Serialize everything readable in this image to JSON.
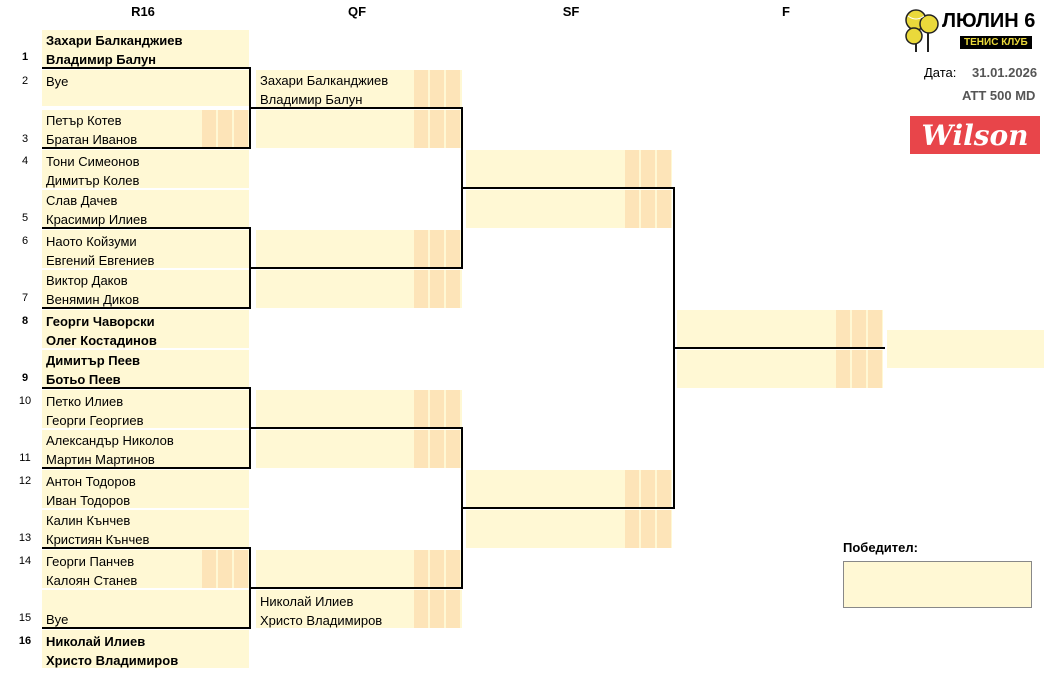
{
  "headers": {
    "r16": "R16",
    "qf": "QF",
    "sf": "SF",
    "f": "F"
  },
  "seeds": [
    "1",
    "2",
    "3",
    "4",
    "5",
    "6",
    "7",
    "8",
    "9",
    "10",
    "11",
    "12",
    "13",
    "14",
    "15",
    "16"
  ],
  "r16": [
    "Захари Балканджиев",
    "Владимир Балун",
    "Bye",
    "Петър Котев",
    "Братан Иванов",
    "Тони Симеонов",
    "Димитър Колев",
    "Слав Дачев",
    "Красимир Илиев",
    "Наото Койзуми",
    "Евгений Евгениев",
    "Виктор Даков",
    "Венямин Диков",
    "Георги Чаворски",
    "Олег Костадинов",
    "Димитър Пеев",
    "Ботьо Пеев",
    "Петко Илиев",
    "Георги Георгиев",
    "Александър Николов",
    "Мартин Мартинов",
    "Антон Тодоров",
    "Иван Тодоров",
    "Калин Кънчев",
    "Кристиян Кънчев",
    "Георги Панчев",
    "Калоян Станев",
    "Bye",
    "Николай Илиев",
    "Христо Владимиров"
  ],
  "qf": [
    "Захари Балканджиев",
    "Владимир Балун",
    "Николай Илиев",
    "Христо Владимиров"
  ],
  "club": {
    "name": "ЛЮЛИН 6",
    "sub": "ТЕНИС КЛУБ"
  },
  "date_label": "Дата:",
  "date_value": "31.01.2026",
  "tournament": "ATT 500 MD",
  "sponsor": "Wilson",
  "winner_label": "Победител:",
  "colors": {
    "cell": "#fff8d4",
    "score": "#fde4b8",
    "sponsor_bg": "#e8454a"
  }
}
